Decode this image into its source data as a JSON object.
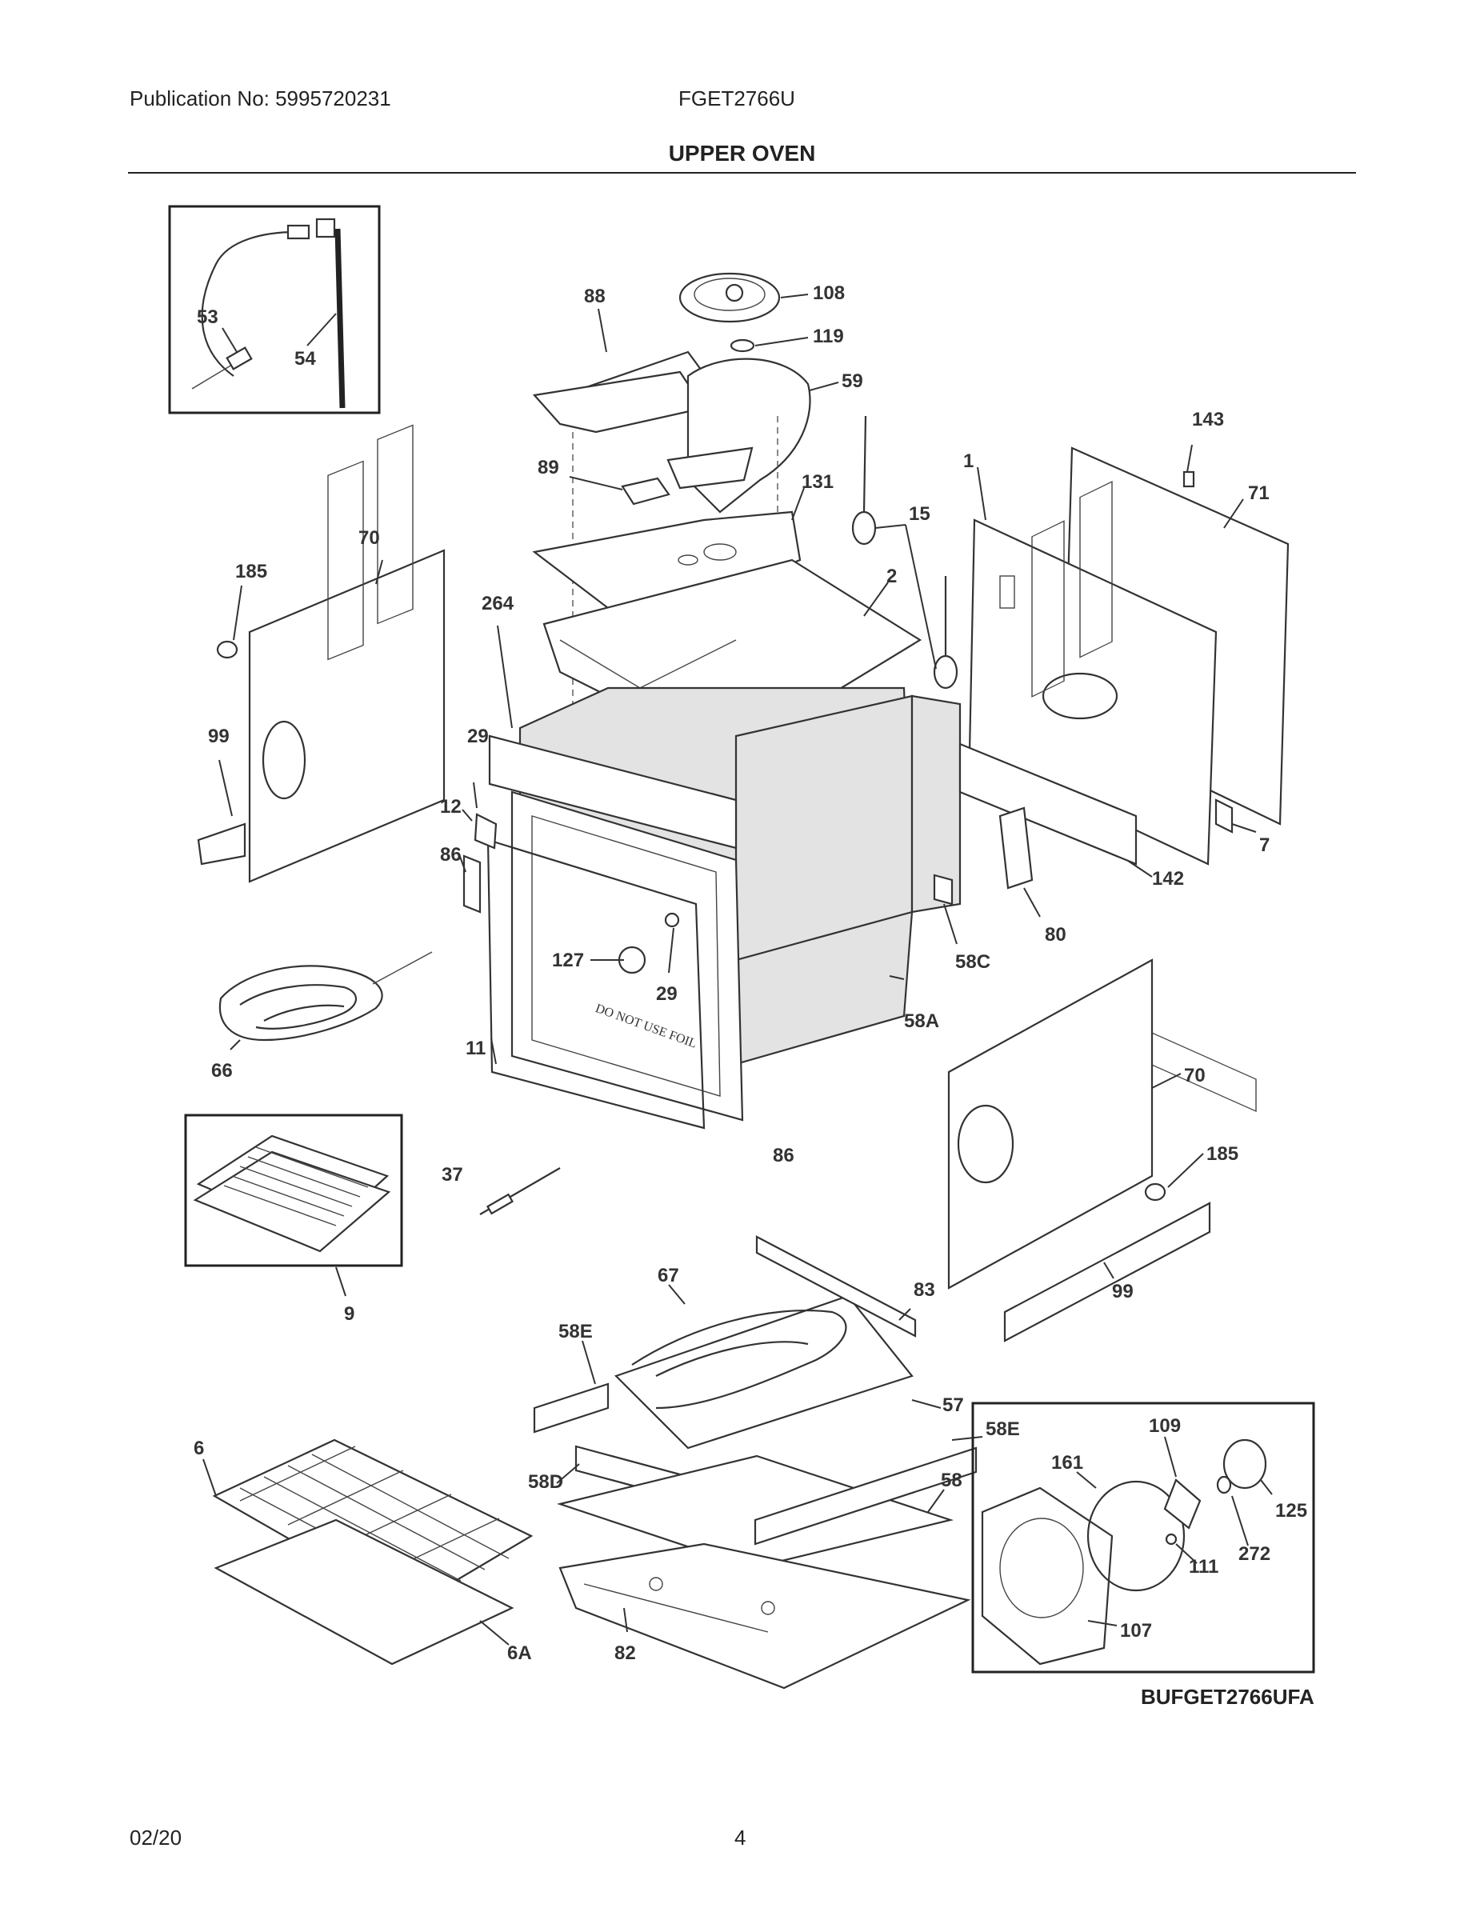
{
  "header": {
    "publication": "Publication No: 5995720231",
    "model": "FGET2766U",
    "section_title": "UPPER OVEN"
  },
  "callouts": {
    "c53": "53",
    "c54": "54",
    "c88": "88",
    "c108": "108",
    "c119": "119",
    "c59": "59",
    "c143": "143",
    "c1": "1",
    "c71": "71",
    "c89": "89",
    "c131": "131",
    "c15": "15",
    "c70a": "70",
    "c185a": "185",
    "c264": "264",
    "c2": "2",
    "c99a": "99",
    "c29a": "29",
    "c12": "12",
    "c86a": "86",
    "c7": "7",
    "c142": "142",
    "c80": "80",
    "c58c": "58C",
    "c127": "127",
    "c29b": "29",
    "c58a": "58A",
    "c66": "66",
    "c11": "11",
    "c70b": "70",
    "c185b": "185",
    "c86b": "86",
    "c37": "37",
    "c9": "9",
    "c67": "67",
    "c83": "83",
    "c99b": "99",
    "c58e_a": "58E",
    "c57": "57",
    "c58e_b": "58E",
    "c6": "6",
    "c58d": "58D",
    "c58": "58",
    "c109": "109",
    "c161": "161",
    "c125": "125",
    "c272": "272",
    "c111": "111",
    "c6a": "6A",
    "c82": "82",
    "c107": "107"
  },
  "door_stamp": "DO NOT USE FOIL",
  "diagram_code": "BUFGET2766UFA",
  "footer": {
    "date": "02/20",
    "page": "4"
  }
}
